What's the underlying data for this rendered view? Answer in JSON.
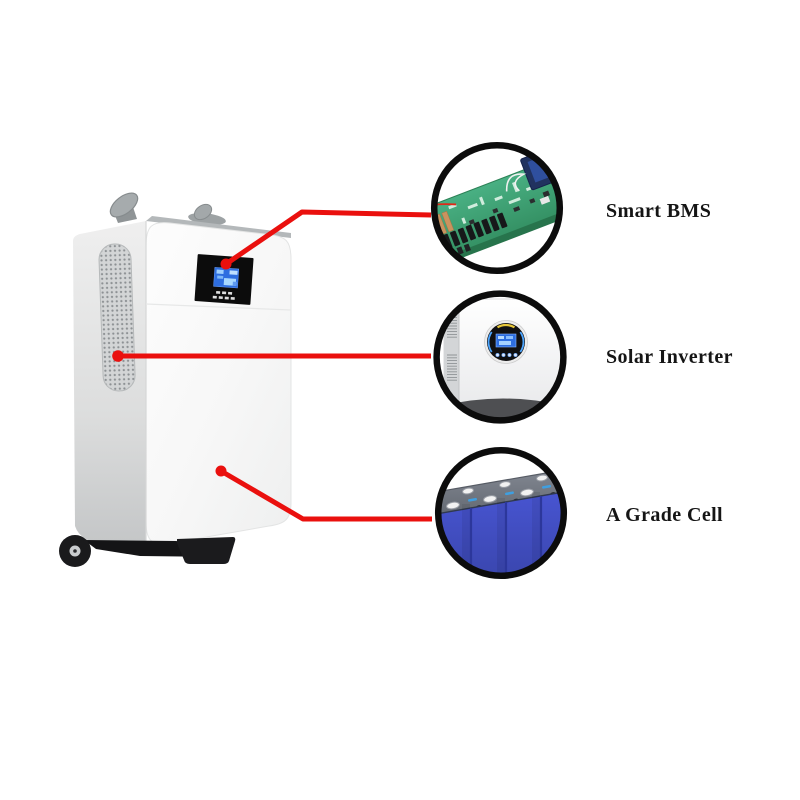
{
  "illustration": {
    "features": [
      {
        "label": "Smart BMS",
        "image_icon": "bms-circuit-board-image"
      },
      {
        "label": "Solar Inverter",
        "image_icon": "solar-inverter-image"
      },
      {
        "label": "A Grade Cell",
        "image_icon": "blue-prismatic-cells-image"
      }
    ]
  },
  "colors": {
    "background": "#ffffff",
    "callout_line_red": "#ea100e",
    "callout_ring_black": "#0c0c0c",
    "label_text": "#151515",
    "pcb_green": "#41a476",
    "cell_blue": "#4350c8",
    "battery_body_white": "#f7f8f8",
    "display_screen_blue": "#2e6ee0"
  }
}
